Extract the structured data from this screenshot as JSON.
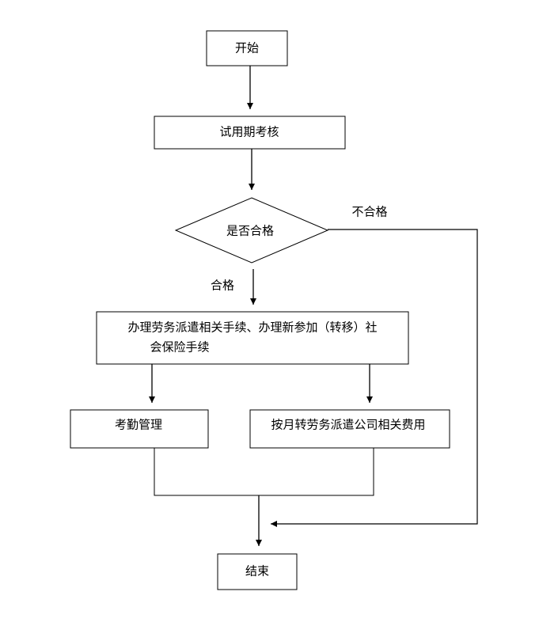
{
  "diagram": {
    "nodes": {
      "start": "开始",
      "probation": "试用期考核",
      "decision": "是否合格",
      "procedures_line1": "办理劳务派遣相关手续、办理新参加（转移）社",
      "procedures_line2": "会保险手续",
      "attendance": "考勤管理",
      "monthly_fee": "按月转劳务派遣公司相关费用",
      "end": "结束"
    },
    "edge_labels": {
      "fail": "不合格",
      "pass": "合格"
    }
  }
}
